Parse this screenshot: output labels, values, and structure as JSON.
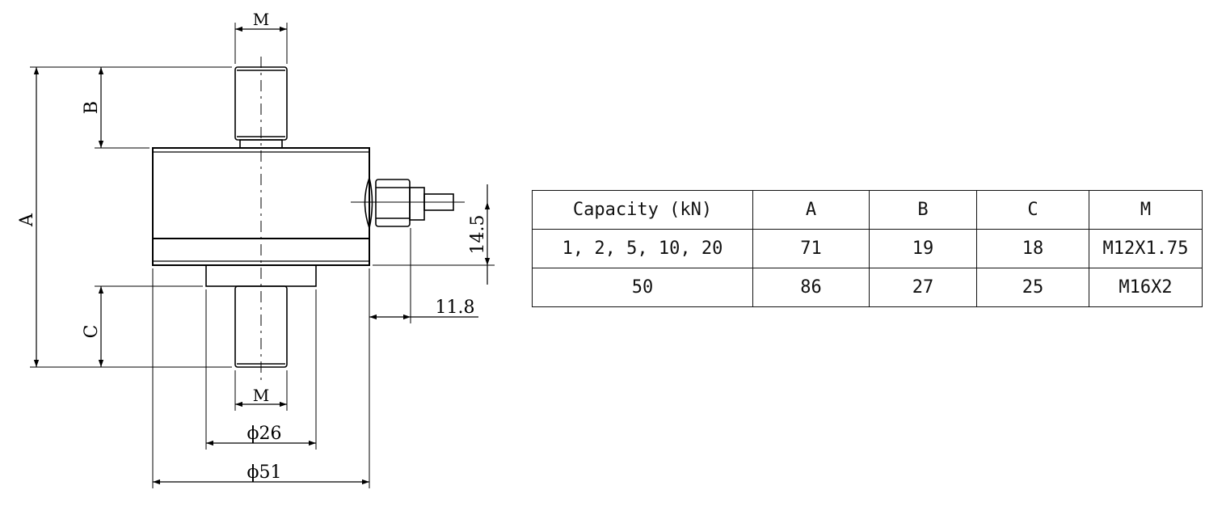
{
  "drawing": {
    "labels": {
      "a": "A",
      "b": "B",
      "c": "C",
      "m_top": "M",
      "m_bottom": "M",
      "dia_26": "ϕ26",
      "dia_51": "ϕ51",
      "dim_14_5": "14.5",
      "dim_11_8": "11.8"
    }
  },
  "table": {
    "headers": [
      "Capacity (kN)",
      "A",
      "B",
      "C",
      "M"
    ],
    "rows": [
      [
        "1, 2, 5, 10, 20",
        "71",
        "19",
        "18",
        "M12X1.75"
      ],
      [
        "50",
        "86",
        "27",
        "25",
        "M16X2"
      ]
    ]
  }
}
